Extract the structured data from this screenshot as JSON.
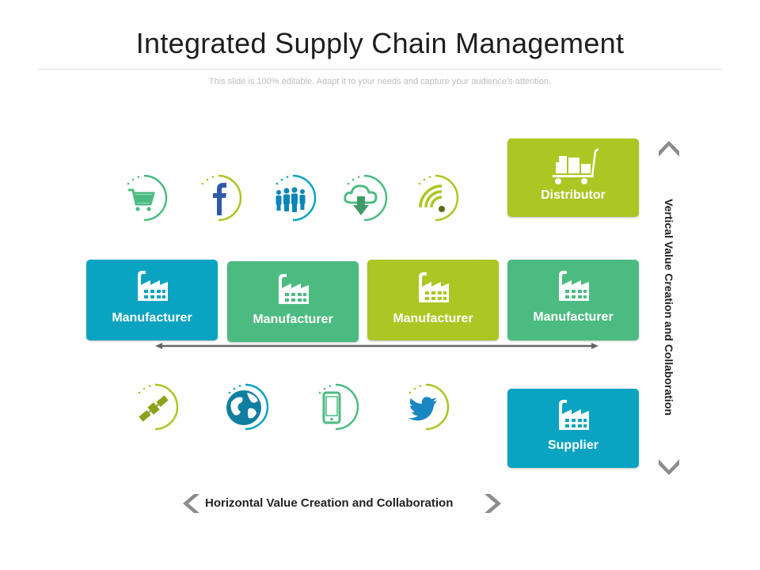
{
  "title": "Integrated Supply Chain Management",
  "subtitle": "This slide is 100% editable. Adapt it to your needs and capture your audience’s attention.",
  "boxes": {
    "distributor": "Distributor",
    "manufacturer_1": "Manufacturer",
    "manufacturer_2": "Manufacturer",
    "manufacturer_3": "Manufacturer",
    "manufacturer_4": "Manufacturer",
    "supplier": "Supplier"
  },
  "vertical_label": "Vertical Value Creation and Collaboration",
  "horizontal_label": "Horizontal Value Creation and Collaboration",
  "icons_top": [
    "shopping-cart-icon",
    "facebook-icon",
    "people-group-icon",
    "cloud-download-icon",
    "wifi-signal-icon"
  ],
  "icons_bottom": [
    "satellite-icon",
    "globe-icon",
    "smartphone-icon",
    "twitter-bird-icon"
  ],
  "colors": {
    "blue": "#0aa3c2",
    "green": "#4cbb82",
    "lime": "#acc623",
    "arrow": "#8c8c8c"
  }
}
